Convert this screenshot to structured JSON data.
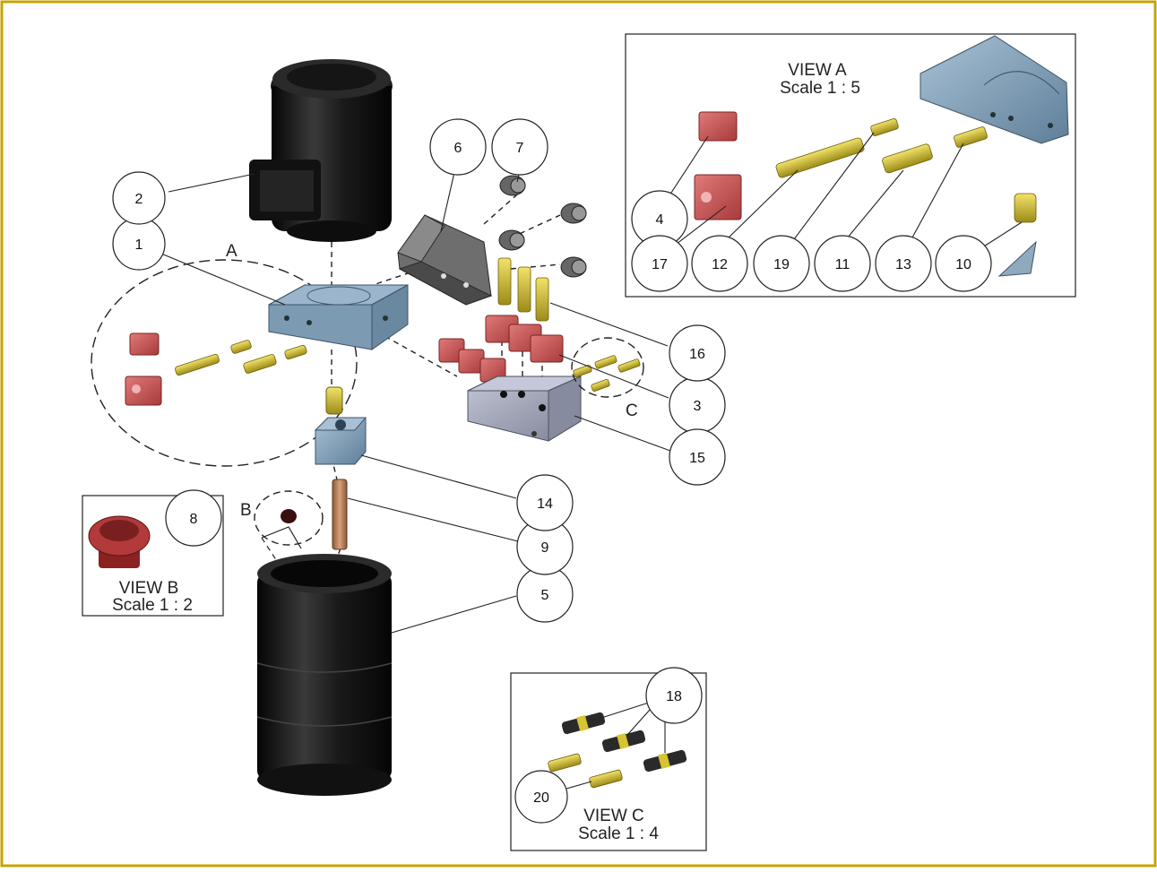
{
  "colors": {
    "frame_border": "#c9a400",
    "motor": "#141414",
    "block_blue": "#7f9fb8",
    "solenoid_red": "#c74b4b",
    "brass": "#d6c431",
    "manifold_gray": "#9ea4b7",
    "bracket_gray": "#5a5a5a",
    "tube_copper": "#b07a55"
  },
  "balloons": [
    {
      "id": "b1",
      "label": "1"
    },
    {
      "id": "b2",
      "label": "2"
    },
    {
      "id": "b3",
      "label": "3"
    },
    {
      "id": "b5",
      "label": "5"
    },
    {
      "id": "b6",
      "label": "6"
    },
    {
      "id": "b7",
      "label": "7"
    },
    {
      "id": "b9",
      "label": "9"
    },
    {
      "id": "b14",
      "label": "14"
    },
    {
      "id": "b15",
      "label": "15"
    },
    {
      "id": "b16",
      "label": "16"
    }
  ],
  "detail_letters": {
    "a": "A",
    "b": "B",
    "c": "C"
  },
  "view_a": {
    "title": "VIEW A",
    "scale": "Scale 1 : 5",
    "balloons": [
      "4",
      "17",
      "12",
      "19",
      "11",
      "13",
      "10"
    ]
  },
  "view_b": {
    "title": "VIEW B",
    "scale": "Scale 1 : 2",
    "balloon": "8"
  },
  "view_c": {
    "title": "VIEW C",
    "scale": "Scale 1 : 4",
    "balloons": [
      "18",
      "20"
    ]
  }
}
